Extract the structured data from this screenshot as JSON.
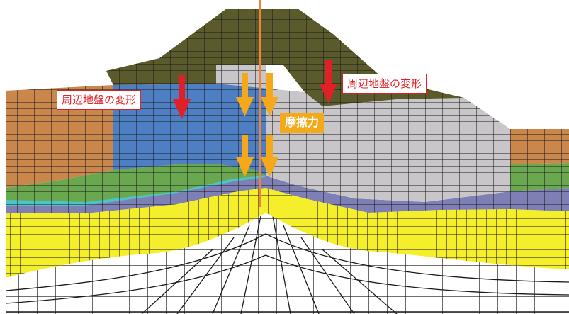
{
  "labels": {
    "deformation_left": "周辺地盤の変形",
    "deformation_right": "周辺地盤の変形",
    "friction": "摩擦力"
  },
  "colors": {
    "background": "#ffffff",
    "embankment": "#5b5a2c",
    "side_fill": "#c9874c",
    "blue_zone": "#4f7fc3",
    "gray_zone": "#c9c6c9",
    "green_layer": "#6aa84f",
    "cyan_layer": "#4ec3c9",
    "purple_layer": "#7d7fb5",
    "yellow_layer": "#f5ee2a",
    "foundation": "#ffffff",
    "mesh_line": "#1a1a1a",
    "pile_line": "#f0833a",
    "deformation_arrow": "#e11f26",
    "friction_arrow": "#f6a81b"
  },
  "icons": {
    "deformation": "red-down-arrow",
    "friction": "orange-down-arrow"
  }
}
